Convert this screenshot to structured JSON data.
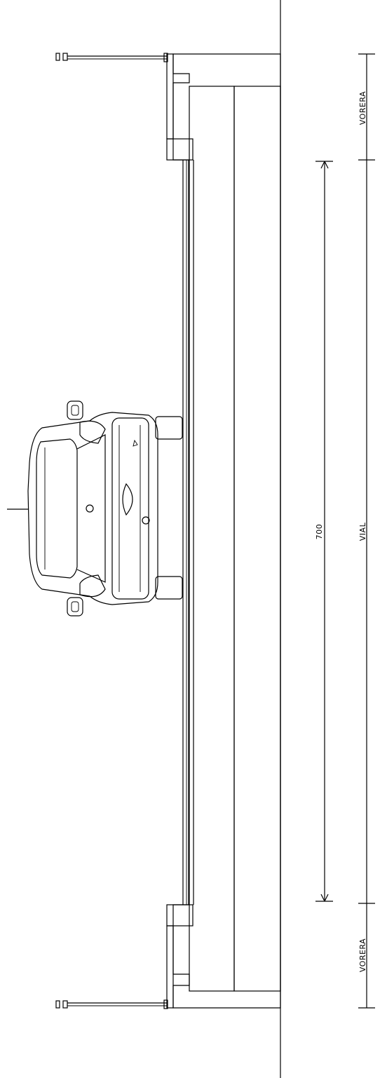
{
  "drawing": {
    "labels": {
      "sidewalk_top": "VORERA",
      "roadway": "VIAL",
      "sidewalk_bottom": "VORERA",
      "road_width": "700"
    }
  }
}
